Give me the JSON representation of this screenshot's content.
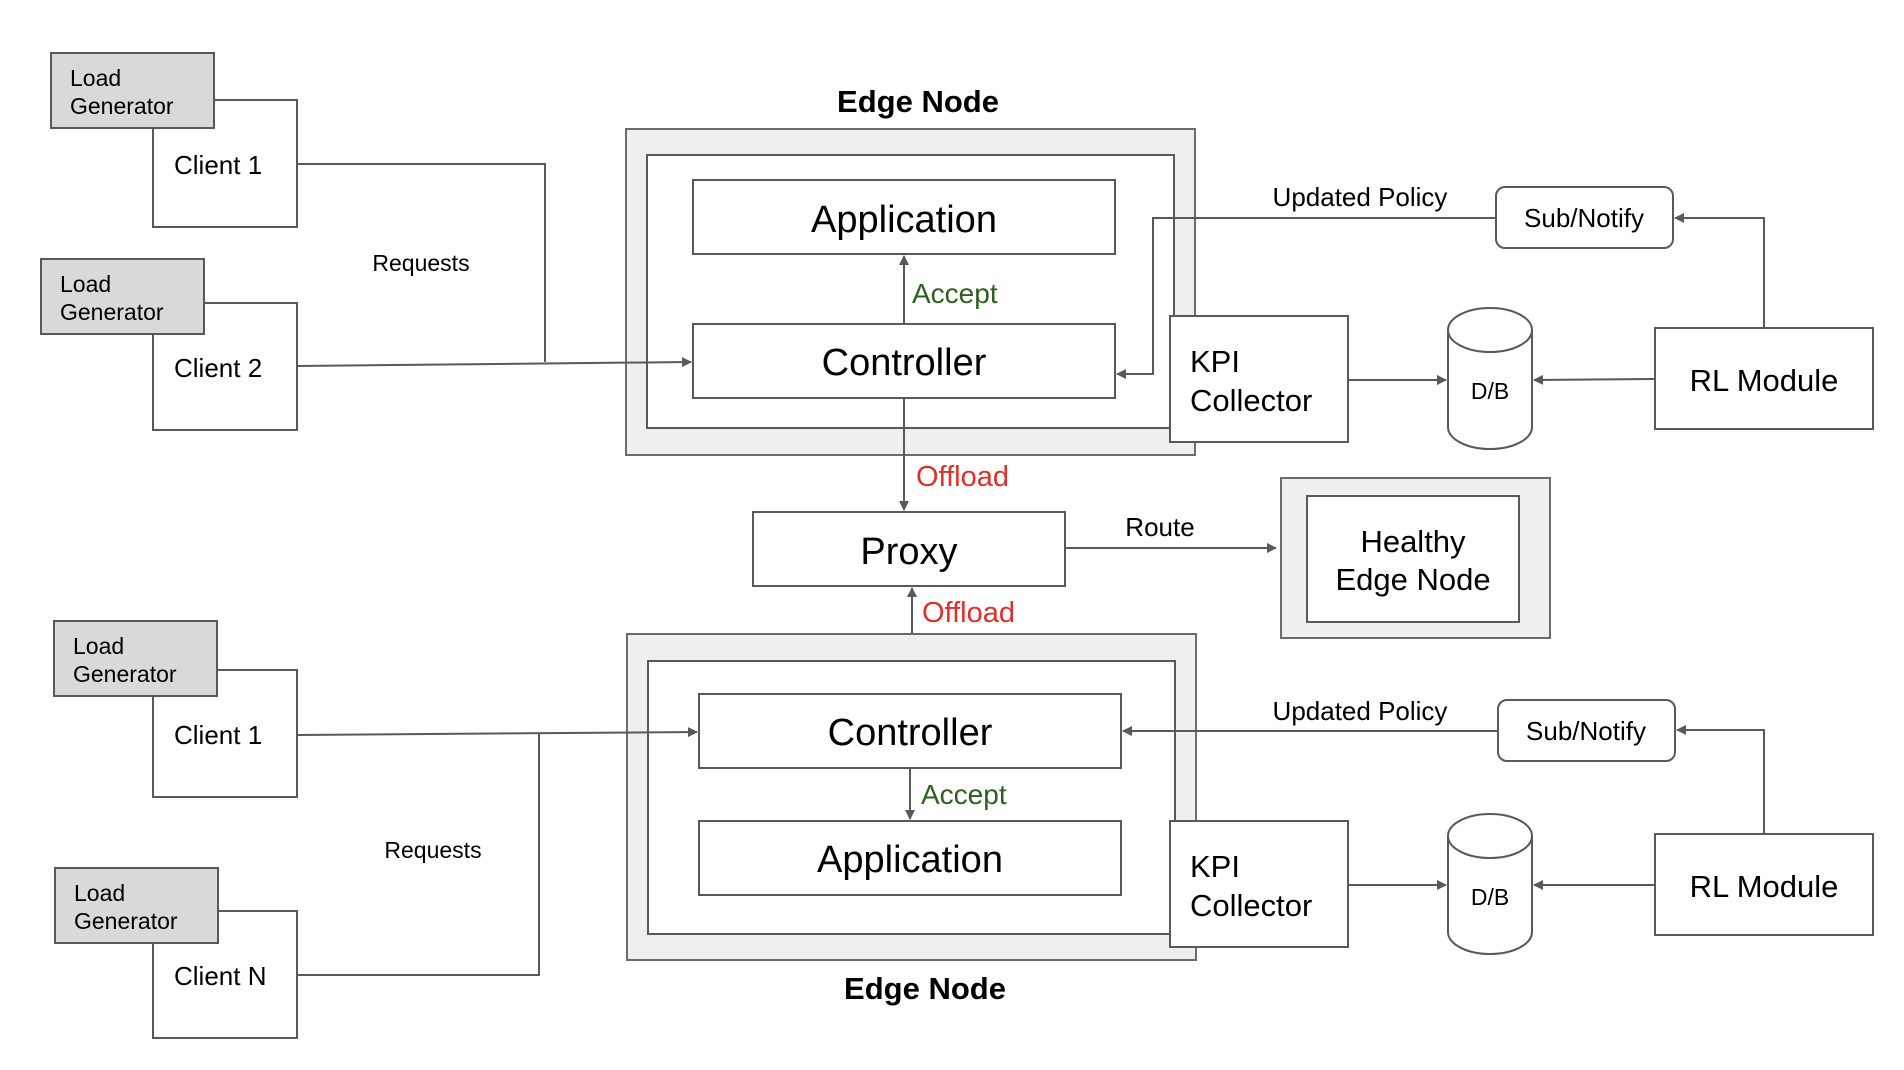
{
  "labels": {
    "edge_node": "Edge Node",
    "application": "Application",
    "controller": "Controller",
    "accept": "Accept",
    "offload": "Offload",
    "proxy": "Proxy",
    "route": "Route",
    "healthy_edge_node": [
      "Healthy",
      "Edge Node"
    ],
    "kpi_collector": [
      "KPI",
      "Collector"
    ],
    "db": "D/B",
    "rl_module": "RL Module",
    "sub_notify": "Sub/Notify",
    "updated_policy": "Updated Policy",
    "requests": "Requests",
    "load_generator": [
      "Load",
      "Generator"
    ],
    "client_1": "Client 1",
    "client_2": "Client 2",
    "client_n": "Client N"
  },
  "colors": {
    "accept": "#2f5f1f",
    "offload": "#e0302a",
    "frame_fill": "#efefef",
    "load_generator_fill": "#d9d9d9",
    "stroke": "#595959"
  }
}
